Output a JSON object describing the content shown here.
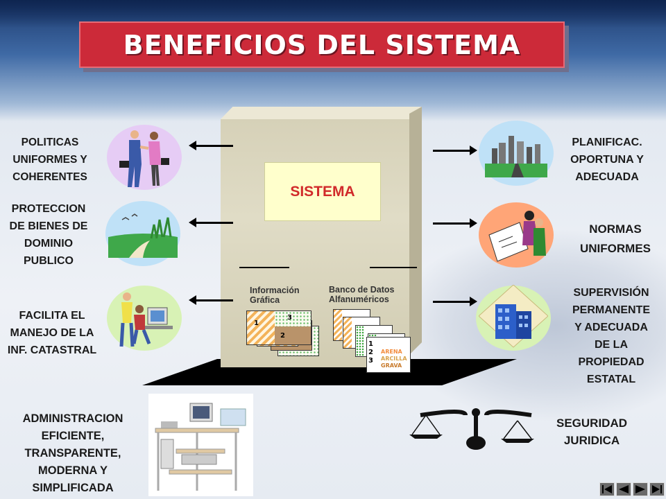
{
  "title": "BENEFICIOS DEL SISTEMA",
  "system": {
    "label": "SISTEMA",
    "grafica_label": [
      "Información",
      "Gráfica"
    ],
    "banco_label": [
      "Banco de Datos",
      "Alfanuméricos"
    ],
    "sheet_numbers": [
      "1",
      "2",
      "3"
    ],
    "card_numbers": [
      "1",
      "2",
      "3"
    ],
    "card_words": [
      "ARENA",
      "ARCILLA",
      "GRAVA"
    ]
  },
  "left_benefits": [
    {
      "lines": [
        "POLITICAS",
        "UNIFORMES Y",
        "COHERENTES"
      ]
    },
    {
      "lines": [
        "PROTECCION",
        "DE BIENES DE",
        "DOMINIO",
        "PUBLICO"
      ]
    },
    {
      "lines": [
        "FACILITA EL",
        "MANEJO DE LA",
        "INF. CATASTRAL"
      ]
    }
  ],
  "right_benefits": [
    {
      "lines": [
        "PLANIFICAC.",
        "OPORTUNA Y",
        "ADECUADA"
      ]
    },
    {
      "lines": [
        "NORMAS",
        "UNIFORMES"
      ]
    },
    {
      "lines": [
        "SUPERVISIÓN",
        "PERMANENTE",
        "Y ADECUADA",
        "DE LA",
        "PROPIEDAD",
        "ESTATAL"
      ]
    }
  ],
  "bottom_left": {
    "lines": [
      "ADMINISTRACION",
      "EFICIENTE,",
      "TRANSPARENTE,",
      "MODERNA Y",
      "SIMPLIFICADA"
    ]
  },
  "bottom_right": {
    "lines": [
      "SEGURIDAD",
      "JURIDICA"
    ]
  },
  "colors": {
    "title_bg": "#cc2a39",
    "sistema_text": "#d12a2a",
    "sistema_bg": "#ffffcc",
    "box": "#d6d1b8"
  },
  "icons": [
    "handshake-icon",
    "landscape-icon",
    "office-worker-icon",
    "city-road-icon",
    "drafting-icon",
    "building-icon",
    "computer-desk-icon",
    "scale-icon"
  ],
  "nav": [
    "first-slide-icon",
    "prev-slide-icon",
    "next-slide-icon",
    "last-slide-icon"
  ]
}
